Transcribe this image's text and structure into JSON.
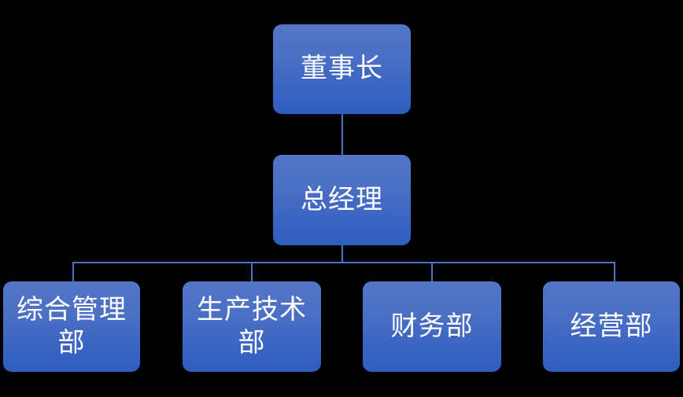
{
  "diagram": {
    "type": "organization-chart",
    "background_color": "#000000",
    "node_fill_top": "#5376c6",
    "node_fill_bottom": "#2e5ec0",
    "node_text_color": "#ffffff",
    "connector_color": "#4a74c8",
    "levels": [
      {
        "level": 1,
        "nodes": [
          {
            "id": "chairman",
            "label": "董事长"
          }
        ]
      },
      {
        "level": 2,
        "nodes": [
          {
            "id": "general-manager",
            "label": "总经理"
          }
        ]
      },
      {
        "level": 3,
        "nodes": [
          {
            "id": "dept-0",
            "label": "综合管理部"
          },
          {
            "id": "dept-1",
            "label": "生产技术部"
          },
          {
            "id": "dept-2",
            "label": "财务部"
          },
          {
            "id": "dept-3",
            "label": "经营部"
          }
        ]
      }
    ]
  }
}
